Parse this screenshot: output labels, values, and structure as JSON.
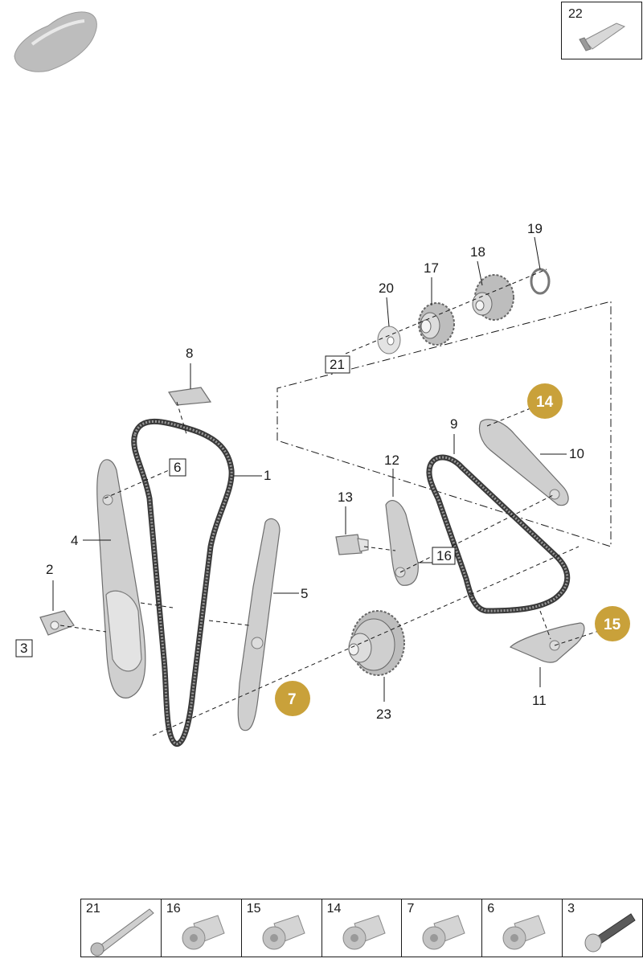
{
  "callouts": {
    "c1": "1",
    "c2": "2",
    "c3": "3",
    "c4": "4",
    "c5": "5",
    "c6": "6",
    "c7": "7",
    "c8": "8",
    "c9": "9",
    "c10": "10",
    "c11": "11",
    "c12": "12",
    "c13": "13",
    "c14": "14",
    "c15": "15",
    "c16": "16",
    "c17": "17",
    "c18": "18",
    "c19": "19",
    "c20": "20",
    "c21": "21",
    "c22": "22",
    "c23": "23"
  },
  "colors": {
    "badge": "#c9a13a",
    "part": "#cfcfcf",
    "chain": "#3a3a3a"
  },
  "corner_icon": "car-silhouette-icon",
  "tube_box": {
    "number": "22",
    "icon": "sealant-tube-icon"
  },
  "parts_strip": [
    {
      "number": "21",
      "icon": "long-bolt-icon"
    },
    {
      "number": "16",
      "icon": "torx-bolt-icon"
    },
    {
      "number": "15",
      "icon": "torx-bolt-icon"
    },
    {
      "number": "14",
      "icon": "torx-bolt-icon"
    },
    {
      "number": "7",
      "icon": "torx-bolt-icon"
    },
    {
      "number": "6",
      "icon": "torx-bolt-icon"
    },
    {
      "number": "3",
      "icon": "screw-icon"
    }
  ]
}
